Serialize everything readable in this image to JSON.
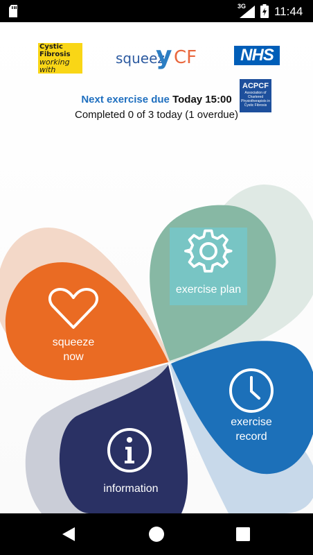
{
  "status_bar": {
    "network": "3G",
    "time": "11:44",
    "icons": [
      "sd-card-icon",
      "signal-icon",
      "battery-icon"
    ]
  },
  "logos": {
    "cf_working": [
      "Cystic",
      "Fibrosis",
      "working",
      "with"
    ],
    "squeezy_prefix": "squeez",
    "squeezy_y": "y",
    "squeezy_suffix": "CF",
    "nhs": "NHS",
    "acpcf_title": "ACPCF",
    "acpcf_subtitle": "Association of Chartered Physiotherapists in Cystic Fibrosis"
  },
  "schedule": {
    "next_label": "Next exercise due",
    "next_value": "Today 15:00",
    "completed_text": "Completed 0 of 3 today (1 overdue)"
  },
  "menu": {
    "squeeze_now": {
      "line1": "squeeze",
      "line2": "now",
      "color": "#ea6b23",
      "icon": "heart-icon"
    },
    "exercise_plan": {
      "label": "exercise plan",
      "color": "#87b8a4",
      "icon": "gear-icon"
    },
    "exercise_record": {
      "line1": "exercise",
      "line2": "record",
      "color": "#1c70b9",
      "icon": "clock-icon"
    },
    "information": {
      "label": "information",
      "color": "#2a3164",
      "icon": "info-icon"
    }
  },
  "colors": {
    "status_bar": "#000000",
    "nav_bar": "#000000",
    "accent_blue": "#1f6fbf",
    "orange_shadow": "#f3d6c5",
    "green_shadow": "#dde8e3",
    "blue_shadow": "#c6d6e8",
    "navy_shadow": "#c8cbd6"
  },
  "nav_bar": {
    "icons": [
      "back-icon",
      "home-icon",
      "recents-icon"
    ]
  }
}
